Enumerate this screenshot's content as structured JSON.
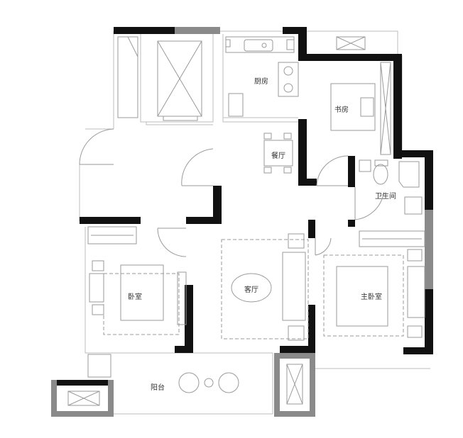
{
  "floor_plan": {
    "rooms": {
      "kitchen": "厨房",
      "study": "书房",
      "dining": "餐厅",
      "bathroom": "卫生间",
      "bedroom": "卧室",
      "living": "客厅",
      "master_bedroom": "主卧室",
      "balcony": "阳台"
    }
  }
}
